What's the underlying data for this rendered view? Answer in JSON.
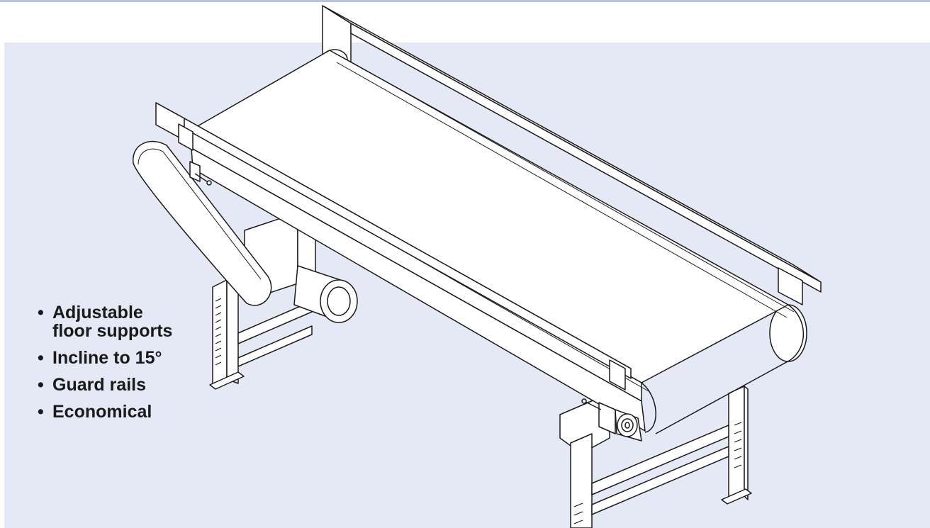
{
  "features": [
    {
      "line1": "Adjustable",
      "line2": "floor supports"
    },
    {
      "line1": "Incline to 15°"
    },
    {
      "line1": "Guard rails"
    },
    {
      "line1": "Economical"
    }
  ],
  "colors": {
    "panel_background": "#e5e9f5",
    "top_rule": "#b9c3dc",
    "line_art": "#1a1a1a",
    "fill": "#ffffff"
  },
  "illustration": {
    "subject": "belt-conveyor-line-drawing-icon"
  }
}
